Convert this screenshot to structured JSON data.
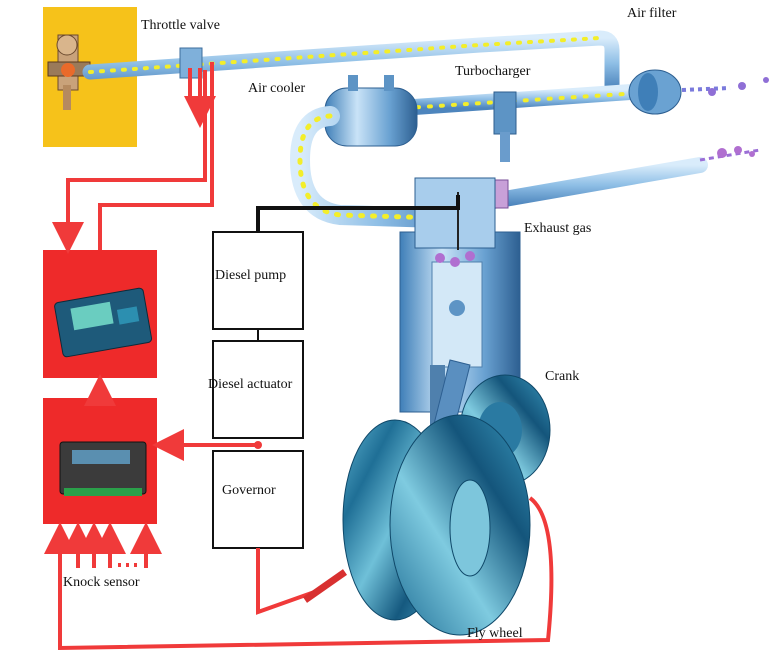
{
  "labels": {
    "throttle_valve": "Throttle valve",
    "air_filter": "Air filter",
    "turbocharger": "Turbocharger",
    "air_cooler": "Air cooler",
    "exhaust_gas": "Exhaust gas",
    "diesel_pump": "Diesel pump",
    "diesel_actuator": "Diesel actuator",
    "governor": "Governor",
    "crank": "Crank",
    "knock_sensor": "Knock sensor",
    "fly_wheel": "Fly wheel"
  },
  "colors": {
    "signal_red": "#f03a3a",
    "panel_red": "#ee2a2a",
    "throttle_bg": "#f6c21a",
    "pipe_blue": "#9ec6e8",
    "engine_blue": "#6fa6d6",
    "wheel_teal": "#2f8fb4",
    "particle_yellow": "#f3ee2a",
    "particle_violet": "#b06fd0"
  },
  "icons": {
    "throttle": "throttle-valve-icon",
    "controller": "engine-controller-icon",
    "governor_module": "governor-module-icon"
  }
}
